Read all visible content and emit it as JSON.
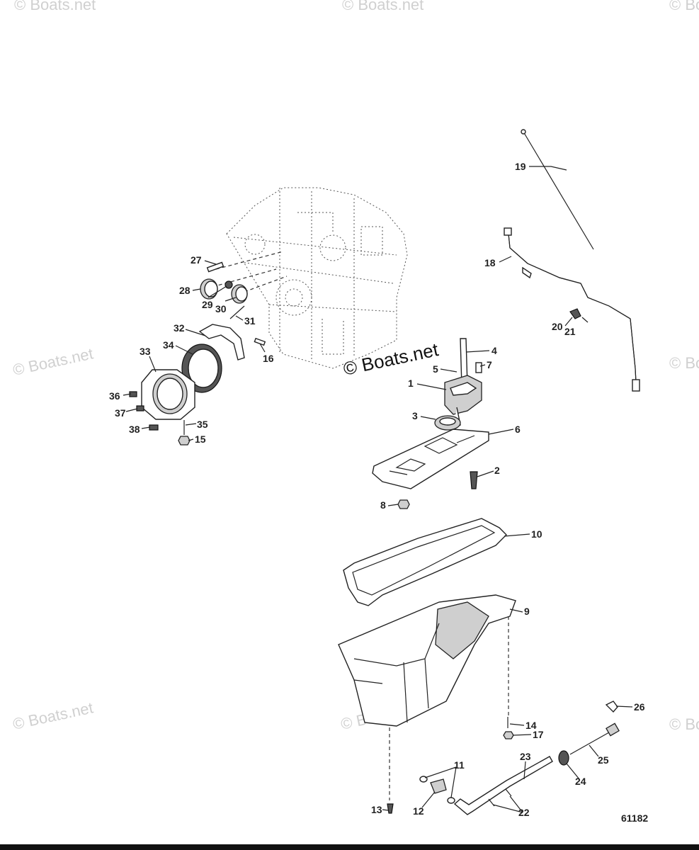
{
  "watermark": {
    "main_text": "© Boats.net",
    "corner_text": "© Boats.net"
  },
  "figure_number": "61182",
  "callouts": [
    {
      "id": "c1",
      "label": "1"
    },
    {
      "id": "c2",
      "label": "2"
    },
    {
      "id": "c3",
      "label": "3"
    },
    {
      "id": "c4",
      "label": "4"
    },
    {
      "id": "c5",
      "label": "5"
    },
    {
      "id": "c6",
      "label": "6"
    },
    {
      "id": "c7",
      "label": "7"
    },
    {
      "id": "c8",
      "label": "8"
    },
    {
      "id": "c9",
      "label": "9"
    },
    {
      "id": "c10",
      "label": "10"
    },
    {
      "id": "c11",
      "label": "11"
    },
    {
      "id": "c12",
      "label": "12"
    },
    {
      "id": "c13",
      "label": "13"
    },
    {
      "id": "c14",
      "label": "14"
    },
    {
      "id": "c15",
      "label": "15"
    },
    {
      "id": "c16",
      "label": "16"
    },
    {
      "id": "c17",
      "label": "17"
    },
    {
      "id": "c18",
      "label": "18"
    },
    {
      "id": "c19",
      "label": "19"
    },
    {
      "id": "c20",
      "label": "20"
    },
    {
      "id": "c21",
      "label": "21"
    },
    {
      "id": "c22",
      "label": "22"
    },
    {
      "id": "c23",
      "label": "23"
    },
    {
      "id": "c24",
      "label": "24"
    },
    {
      "id": "c25",
      "label": "25"
    },
    {
      "id": "c26",
      "label": "26"
    },
    {
      "id": "c27",
      "label": "27"
    },
    {
      "id": "c28",
      "label": "28"
    },
    {
      "id": "c29",
      "label": "29"
    },
    {
      "id": "c30",
      "label": "30"
    },
    {
      "id": "c31",
      "label": "31"
    },
    {
      "id": "c32",
      "label": "32"
    },
    {
      "id": "c33",
      "label": "33"
    },
    {
      "id": "c34",
      "label": "34"
    },
    {
      "id": "c35",
      "label": "35"
    },
    {
      "id": "c36",
      "label": "36"
    },
    {
      "id": "c37",
      "label": "37"
    },
    {
      "id": "c38",
      "label": "38"
    }
  ]
}
